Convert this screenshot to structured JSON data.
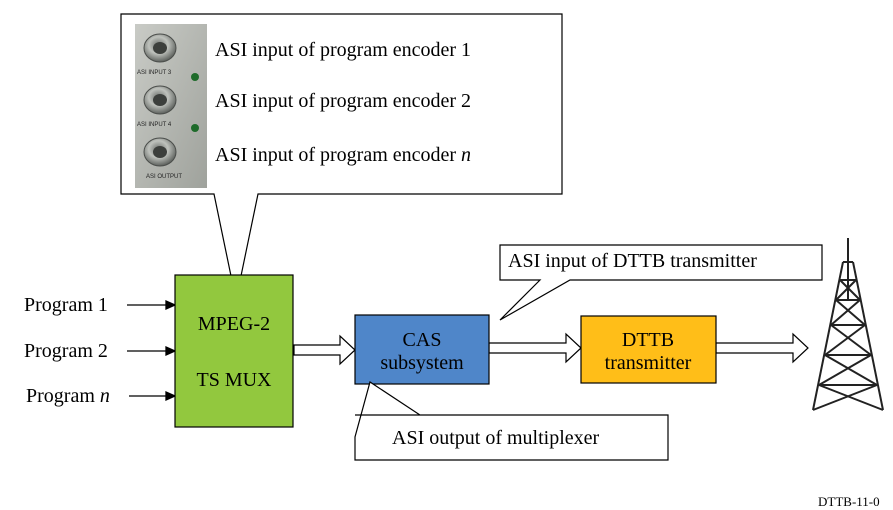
{
  "program_inputs": [
    {
      "label": "Program 1"
    },
    {
      "label": "Program 2"
    },
    {
      "label": "Program ",
      "italic": "n"
    }
  ],
  "mux_block": {
    "line1": "MPEG-2",
    "line2": "TS MUX",
    "color": "#92c83e"
  },
  "cas_block": {
    "line1": "CAS",
    "line2": "subsystem",
    "color": "#4f86c9"
  },
  "transmitter_block": {
    "line1": "DTTB",
    "line2": "transmitter",
    "color": "#ffbe18"
  },
  "callout_ports": {
    "port_labels": [
      {
        "label": "ASI input of program encoder 1"
      },
      {
        "label": "ASI input of program encoder 2"
      },
      {
        "label": "ASI input of program encoder ",
        "italic": "n"
      }
    ],
    "photo_labels": [
      "ASI INPUT 3",
      "ASI INPUT 4",
      "ASI OUTPUT"
    ]
  },
  "callout_transmitter": {
    "label": "ASI input of DTTB transmitter"
  },
  "callout_multiplexer": {
    "label": "ASI output of multiplexer"
  },
  "antenna": {
    "icon": "transmission-tower-icon"
  },
  "figure_id": "DTTB-11-0"
}
